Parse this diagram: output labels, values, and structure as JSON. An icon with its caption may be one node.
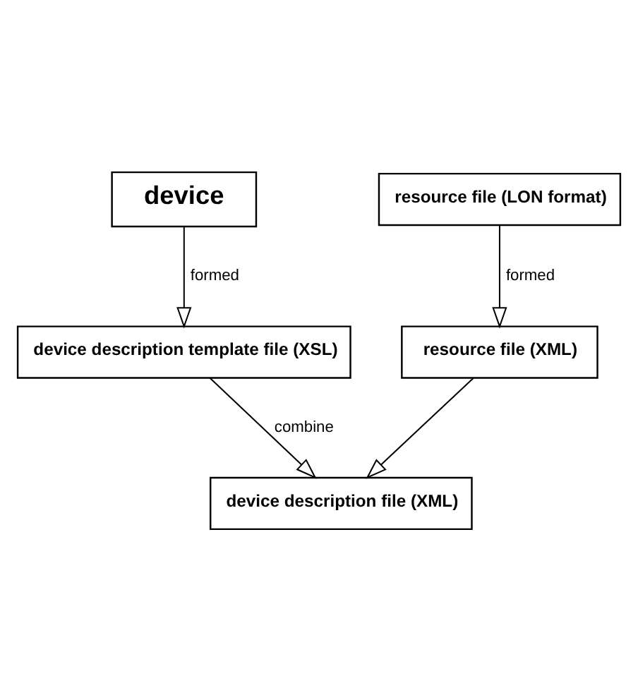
{
  "diagram": {
    "nodes": [
      {
        "text": [
          "device"
        ]
      },
      {
        "text": [
          "resource file (LON format)"
        ]
      },
      {
        "text": [
          "device description template file (XSL)"
        ]
      },
      {
        "text": [
          "resource file (XML)"
        ]
      },
      {
        "text": [
          "device description file (XML)"
        ]
      }
    ],
    "edges": [
      {
        "from": 0,
        "to": 2,
        "arrow": "to",
        "label": "formed"
      },
      {
        "from": 1,
        "to": 3,
        "arrow": "to",
        "label": "formed"
      },
      {
        "from": 2,
        "to": 4,
        "arrow": "to",
        "label": "combine"
      },
      {
        "from": 3,
        "to": 4,
        "arrow": "to"
      }
    ]
  }
}
